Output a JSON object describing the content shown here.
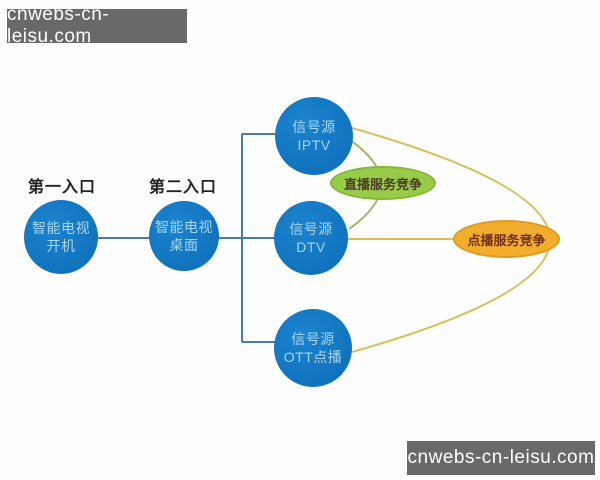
{
  "watermark": {
    "text": "cnwebs-cn-leisu.com"
  },
  "entry_labels": {
    "first": "第一入口",
    "second": "第二入口"
  },
  "nodes": {
    "power_on": {
      "line1": "智能电视",
      "line2": "开机"
    },
    "desktop": {
      "line1": "智能电视",
      "line2": "桌面"
    },
    "iptv": {
      "line1": "信号源",
      "line2": "IPTV"
    },
    "dtv": {
      "line1": "信号源",
      "line2": "DTV"
    },
    "ott": {
      "line1": "信号源",
      "line2": "OTT点播"
    }
  },
  "competition": {
    "live": "直播服务竞争",
    "vod": "点播服务竞争"
  },
  "colors": {
    "node_blue": "#1173be",
    "node_text_blue": "#a9d6f0",
    "connector_blue": "#4a7aab",
    "live_green_fill": "#97cb48",
    "live_green_border": "#82b837",
    "vod_orange_fill": "#f3ad2d",
    "vod_orange_border": "#dd9b22",
    "curve_olive": "#a7b766",
    "curve_gold": "#dcbd55",
    "watermark_bg": "#696969",
    "watermark_text": "#ffffff"
  }
}
